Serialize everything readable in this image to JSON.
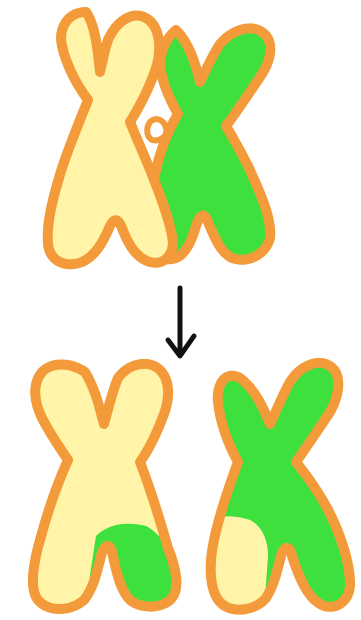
{
  "diagram": {
    "kind": "chromosome-crossover",
    "colors": {
      "outline": "#F39A3A",
      "chromosome_a": "#FFF4A8",
      "chromosome_b": "#3EE03E",
      "arrow": "#111111",
      "background": "#FFFFFF"
    },
    "stages": [
      {
        "stage": "before",
        "chromosomes": [
          "chromosome_a",
          "chromosome_b"
        ],
        "arrangement": "overlapping-pair"
      },
      {
        "stage": "after",
        "chromosomes": [
          "chromosome_a-with-b-segment",
          "chromosome_b-with-a-segment"
        ],
        "arrangement": "separated"
      }
    ],
    "arrow": {
      "direction": "down",
      "icon": "arrow-down-icon"
    }
  }
}
